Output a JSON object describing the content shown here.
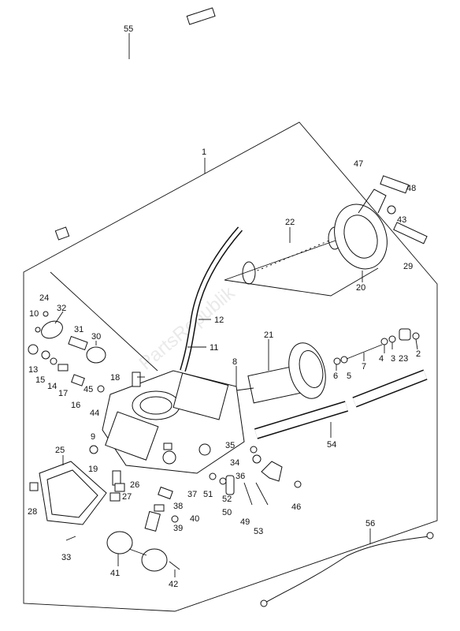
{
  "watermark": "PartsRepublik",
  "callouts": {
    "c1": "1",
    "c2": "2",
    "c3": "3",
    "c4": "4",
    "c5": "5",
    "c6": "6",
    "c7": "7",
    "c8": "8",
    "c9": "9",
    "c10": "10",
    "c11": "11",
    "c12": "12",
    "c13": "13",
    "c14": "14",
    "c15": "15",
    "c16": "16",
    "c17": "17",
    "c18": "18",
    "c19": "19",
    "c20": "20",
    "c21": "21",
    "c22": "22",
    "c23": "23",
    "c24": "24",
    "c25": "25",
    "c26": "26",
    "c27": "27",
    "c28": "28",
    "c29": "29",
    "c30": "30",
    "c31": "31",
    "c32": "32",
    "c33": "33",
    "c34": "34",
    "c35": "35",
    "c36": "36",
    "c37": "37",
    "c38": "38",
    "c39": "39",
    "c40": "40",
    "c41": "41",
    "c42": "42",
    "c43": "43",
    "c44": "44",
    "c45": "45",
    "c46": "46",
    "c47": "47",
    "c48": "48",
    "c49": "49",
    "c50": "50",
    "c51": "51",
    "c52": "52",
    "c53": "53",
    "c54": "54",
    "c55": "55",
    "c56": "56"
  }
}
